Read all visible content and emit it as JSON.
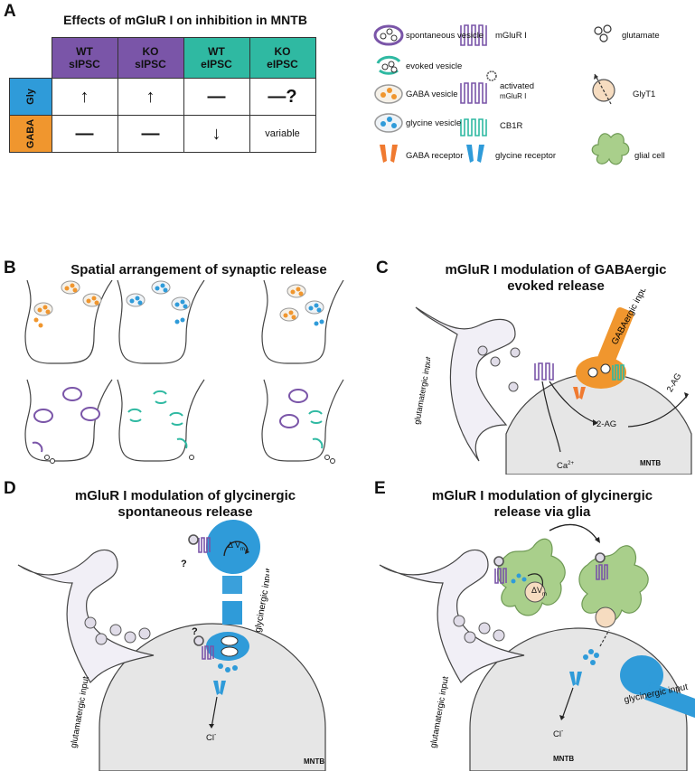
{
  "panels": {
    "A": "A",
    "B": "B",
    "C": "C",
    "D": "D",
    "E": "E"
  },
  "panel_a": {
    "title": "Effects of mGluR I on inhibition in MNTB",
    "columns": [
      {
        "line1": "WT",
        "line2": "sIPSC"
      },
      {
        "line1": "KO",
        "line2": "sIPSC"
      },
      {
        "line1": "WT",
        "line2": "eIPSC"
      },
      {
        "line1": "KO",
        "line2": "eIPSC"
      }
    ],
    "rows": [
      {
        "label": "Gly",
        "cells": [
          "↑",
          "↑",
          "—",
          "—?"
        ]
      },
      {
        "label": "GABA",
        "cells": [
          "—",
          "—",
          "↓",
          "variable"
        ]
      }
    ]
  },
  "legend": {
    "spontaneous_vesicle": "spontaneous vesicle",
    "evoked_vesicle": "evoked vesicle",
    "gaba_vesicle": "GABA vesicle",
    "glycine_vesicle": "glycine vesicle",
    "gaba_receptor": "GABA receptor",
    "mglur": "mGluR I",
    "activated_line1": "activated",
    "activated_line2": "mGluR I",
    "cb1r": "CB1R",
    "glycine_receptor": "glycine receptor",
    "glutamate": "glutamate",
    "glyt1": "GlyT1",
    "glial_cell": "glial cell"
  },
  "panel_b": {
    "title": "Spatial arrangement of synaptic release"
  },
  "panel_c": {
    "title_line1": "mGluR I modulation of GABAergic",
    "title_line2": "evoked release",
    "glutamatergic_input": "glutamatergic input",
    "gabaergic_input": "GABAergic input",
    "two_ag_1": "2-AG",
    "two_ag_2": "2-AG",
    "ca": "Ca",
    "ca_sup": "2+",
    "mntb": "MNTB"
  },
  "panel_d": {
    "title_line1": "mGluR I modulation of glycinergic",
    "title_line2": "spontaneous release",
    "q1": "?",
    "q2": "?",
    "dvm": "Δ V",
    "dvm_sub": "m",
    "glycinergic_input": "glycinergic input",
    "glutamatergic_input": "glutamatergic input",
    "cl": "Cl",
    "cl_sup": "-",
    "mntb": "MNTB"
  },
  "panel_e": {
    "title_line1": "mGluR I modulation of glycinergic",
    "title_line2": "release via glia",
    "dvm": "ΔV",
    "dvm_sub": "m",
    "glutamatergic_input": "glutamatergic input",
    "glycinergic_input": "glycinergic input",
    "cl": "Cl",
    "cl_sup": "-",
    "mntb": "MNTB"
  },
  "colors": {
    "purple": "#7a55a8",
    "teal": "#2fb9a2",
    "gaba_orange": "#f0962e",
    "glycine_blue": "#2f9bd9",
    "glia_green": "#a9cf8b",
    "cell_gray": "#e6e6e6",
    "terminal_lilac": "#f1eff6"
  }
}
